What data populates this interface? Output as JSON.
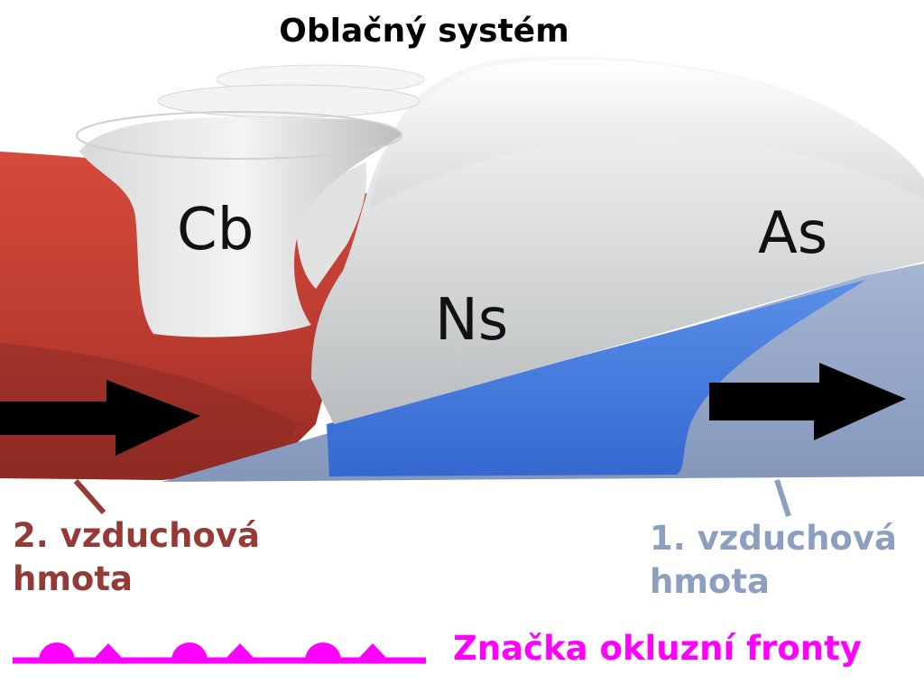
{
  "title": "Oblačný systém",
  "clouds": {
    "cb": "Cb",
    "ns": "Ns",
    "as": "As"
  },
  "air_mass_2": {
    "line1": "2. vzduchová",
    "line2": "hmota",
    "color": "#963a36"
  },
  "air_mass_1": {
    "line1": "1. vzduchová",
    "line2": "hmota",
    "color": "#8c9fbf"
  },
  "legend": {
    "text": "Značka okluzní fronty",
    "color": "#ff00ff"
  },
  "colors": {
    "warm_air": "#c0392b",
    "cold_air": "#8fa3c6",
    "cold_wedge": "#3f77d9",
    "cloud": "#d9dbdc",
    "arrow": "#000000"
  }
}
